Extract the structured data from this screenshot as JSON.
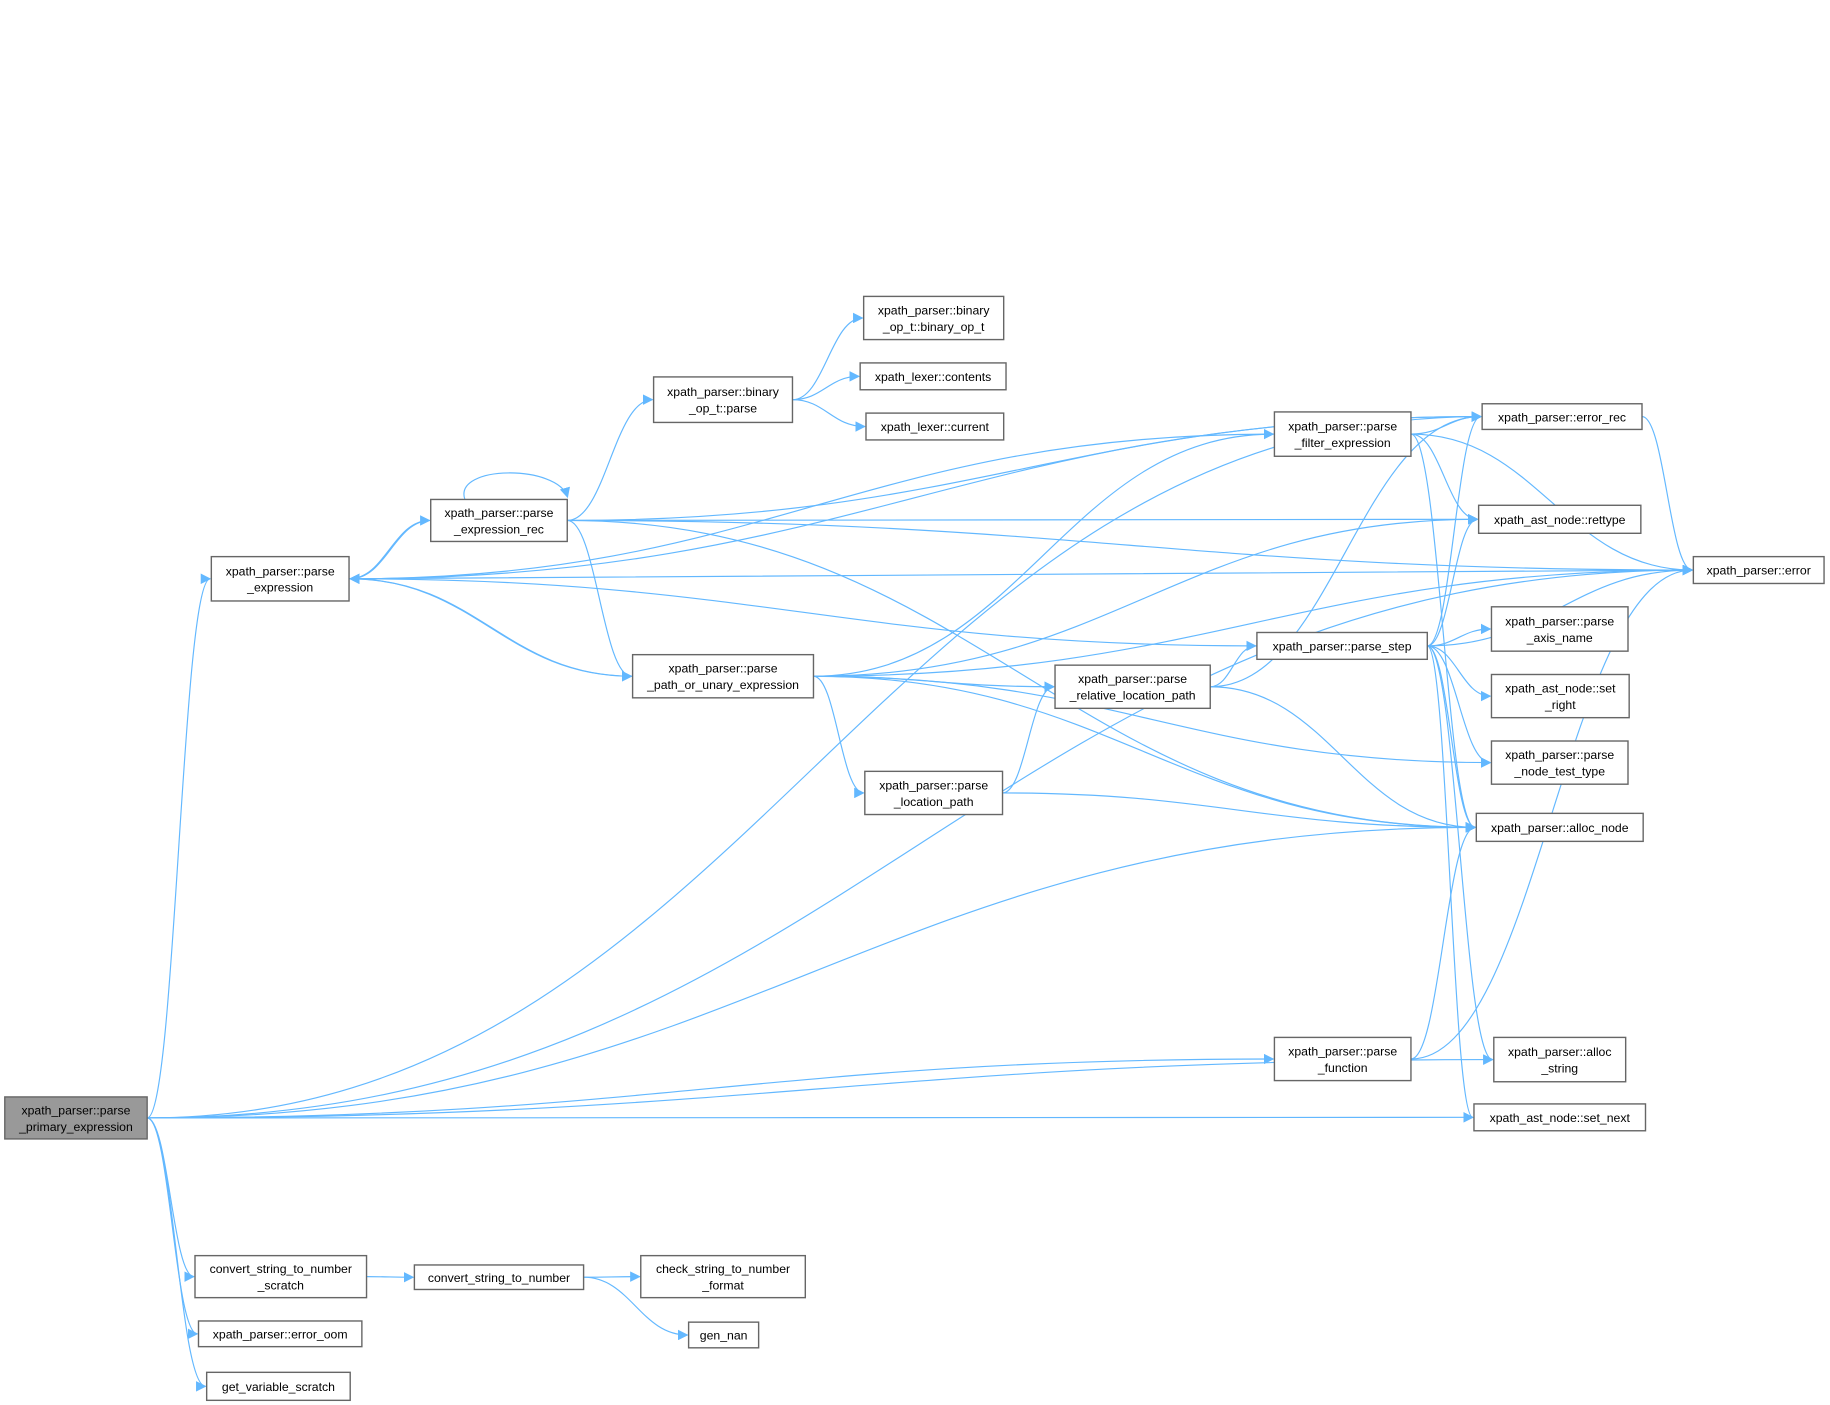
{
  "title": "xpath_parser::parse_primary_expression call graph",
  "colors": {
    "edge": "#63b8ff",
    "focus_fill": "#999999",
    "node_border": "#666666"
  },
  "nodes": {
    "primary": [
      "xpath_parser::parse",
      "_primary_expression"
    ],
    "parse_expression": [
      "xpath_parser::parse",
      "_expression"
    ],
    "parse_expression_rec": [
      "xpath_parser::parse",
      "_expression_rec"
    ],
    "binary_op_parse": [
      "xpath_parser::binary",
      "_op_t::parse"
    ],
    "binary_op_t": [
      "xpath_parser::binary",
      "_op_t::binary_op_t"
    ],
    "contents": [
      "xpath_lexer::contents"
    ],
    "current": [
      "xpath_lexer::current"
    ],
    "path_or_unary": [
      "xpath_parser::parse",
      "_path_or_unary_expression"
    ],
    "relative_location_path": [
      "xpath_parser::parse",
      "_relative_location_path"
    ],
    "location_path": [
      "xpath_parser::parse",
      "_location_path"
    ],
    "filter_expression": [
      "xpath_parser::parse",
      "_filter_expression"
    ],
    "parse_step": [
      "xpath_parser::parse_step"
    ],
    "parse_function": [
      "xpath_parser::parse",
      "_function"
    ],
    "error_rec": [
      "xpath_parser::error_rec"
    ],
    "rettype": [
      "xpath_ast_node::rettype"
    ],
    "error": [
      "xpath_parser::error"
    ],
    "axis_name": [
      "xpath_parser::parse",
      "_axis_name"
    ],
    "set_right": [
      "xpath_ast_node::set",
      "_right"
    ],
    "node_test_type": [
      "xpath_parser::parse",
      "_node_test_type"
    ],
    "alloc_node": [
      "xpath_parser::alloc_node"
    ],
    "alloc_string": [
      "xpath_parser::alloc",
      "_string"
    ],
    "set_next": [
      "xpath_ast_node::set_next"
    ],
    "convert_scratch": [
      "convert_string_to_number",
      "_scratch"
    ],
    "convert": [
      "convert_string_to_number"
    ],
    "check_format": [
      "check_string_to_number",
      "_format"
    ],
    "gen_nan": [
      "gen_nan"
    ],
    "error_oom": [
      "xpath_parser::error_oom"
    ],
    "get_variable_scratch": [
      "get_variable_scratch"
    ]
  },
  "edges": [
    [
      "primary",
      "parse_expression"
    ],
    [
      "primary",
      "error_rec"
    ],
    [
      "primary",
      "error"
    ],
    [
      "primary",
      "alloc_node"
    ],
    [
      "primary",
      "parse_function"
    ],
    [
      "primary",
      "alloc_string"
    ],
    [
      "primary",
      "set_next"
    ],
    [
      "primary",
      "convert_scratch"
    ],
    [
      "primary",
      "error_oom"
    ],
    [
      "primary",
      "get_variable_scratch"
    ],
    [
      "parse_expression",
      "parse_expression_rec"
    ],
    [
      "parse_expression",
      "path_or_unary"
    ],
    [
      "parse_expression",
      "error_rec"
    ],
    [
      "parse_expression",
      "error"
    ],
    [
      "path_or_unary",
      "parse_expression"
    ],
    [
      "parse_step",
      "parse_expression"
    ],
    [
      "parse_expression_rec",
      "parse_expression"
    ],
    [
      "parse_expression_rec",
      "parse_expression_rec"
    ],
    [
      "parse_expression_rec",
      "binary_op_parse"
    ],
    [
      "parse_expression_rec",
      "rettype"
    ],
    [
      "parse_expression_rec",
      "path_or_unary"
    ],
    [
      "parse_expression_rec",
      "alloc_node"
    ],
    [
      "parse_expression_rec",
      "error_rec"
    ],
    [
      "parse_expression_rec",
      "error"
    ],
    [
      "binary_op_parse",
      "binary_op_t"
    ],
    [
      "binary_op_parse",
      "contents"
    ],
    [
      "binary_op_parse",
      "current"
    ],
    [
      "path_or_unary",
      "filter_expression"
    ],
    [
      "path_or_unary",
      "relative_location_path"
    ],
    [
      "path_or_unary",
      "location_path"
    ],
    [
      "path_or_unary",
      "rettype"
    ],
    [
      "path_or_unary",
      "node_test_type"
    ],
    [
      "path_or_unary",
      "alloc_node"
    ],
    [
      "path_or_unary",
      "error"
    ],
    [
      "location_path",
      "relative_location_path"
    ],
    [
      "location_path",
      "alloc_node"
    ],
    [
      "relative_location_path",
      "parse_step"
    ],
    [
      "relative_location_path",
      "error_rec"
    ],
    [
      "relative_location_path",
      "alloc_node"
    ],
    [
      "filter_expression",
      "error_rec"
    ],
    [
      "filter_expression",
      "error"
    ],
    [
      "filter_expression",
      "rettype"
    ],
    [
      "filter_expression",
      "alloc_node"
    ],
    [
      "filter_expression",
      "parse_expression"
    ],
    [
      "parse_step",
      "error_rec"
    ],
    [
      "parse_step",
      "rettype"
    ],
    [
      "parse_step",
      "error"
    ],
    [
      "parse_step",
      "axis_name"
    ],
    [
      "parse_step",
      "set_right"
    ],
    [
      "parse_step",
      "node_test_type"
    ],
    [
      "parse_step",
      "alloc_node"
    ],
    [
      "parse_step",
      "alloc_string"
    ],
    [
      "parse_step",
      "set_next"
    ],
    [
      "parse_function",
      "alloc_node"
    ],
    [
      "parse_function",
      "error"
    ],
    [
      "error_rec",
      "error"
    ],
    [
      "convert_scratch",
      "convert"
    ],
    [
      "convert",
      "check_format"
    ],
    [
      "convert",
      "gen_nan"
    ]
  ]
}
